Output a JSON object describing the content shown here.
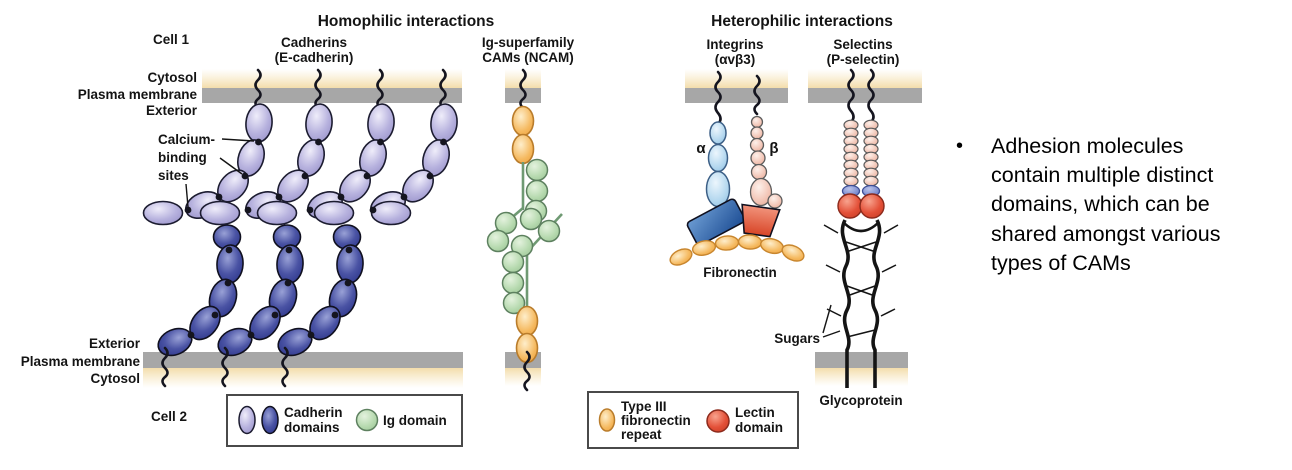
{
  "titles": {
    "homophilic": "Homophilic interactions",
    "heterophilic": "Heterophilic interactions"
  },
  "cells": {
    "cell1": "Cell 1",
    "cell2": "Cell 2"
  },
  "membrane_labels": {
    "top": {
      "cytosol": "Cytosol",
      "plasma": "Plasma membrane",
      "exterior": "Exterior"
    },
    "bottom": {
      "exterior": "Exterior",
      "plasma": "Plasma membrane",
      "cytosol": "Cytosol"
    }
  },
  "molecules": {
    "cadherins": {
      "line1": "Cadherins",
      "line2": "(E-cadherin)"
    },
    "ig_superfamily": {
      "line1": "Ig-superfamily",
      "line2": "CAMs (NCAM)"
    },
    "integrins": {
      "line1": "Integrins",
      "line2": "(αvβ3)",
      "alpha": "α",
      "beta": "β",
      "fibronectin": "Fibronectin"
    },
    "selectins": {
      "line1": "Selectins",
      "line2": "(P-selectin)",
      "sugars": "Sugars",
      "glycoprotein": "Glycoprotein"
    }
  },
  "annotations": {
    "calcium": {
      "line1": "Calcium-",
      "line2": "binding",
      "line3": "sites"
    }
  },
  "legend1": {
    "cadherin_line1": "Cadherin",
    "cadherin_line2": "domains",
    "ig": "Ig domain"
  },
  "legend2": {
    "fn_line1": "Type III",
    "fn_line2": "fibronectin",
    "fn_line3": "repeat",
    "lectin_line1": "Lectin",
    "lectin_line2": "domain"
  },
  "note": {
    "bullet": "•",
    "text": "Adhesion molecules\ncontain multiple distinct\ndomains, which can be\nshared amongst various\ntypes of CAMs"
  },
  "colors": {
    "membrane_gray": "#a7a7a7",
    "cytosol_tan": "#f3ddab",
    "cadherin_light": "#b7b2de",
    "cadherin_dark": "#3a4496",
    "ig_green": "#b5d9ae",
    "fibronectin_orange": "#f5b95f",
    "integrin_alpha_blue": "#b5d8ef",
    "integrin_alpha_head": "#2e62ae",
    "integrin_beta_pink": "#f2c4b5",
    "integrin_beta_head": "#e2604a",
    "selectin_egf_purple": "#7e8fd1",
    "lectin_red": "#e35038",
    "outline_black": "#141414"
  }
}
